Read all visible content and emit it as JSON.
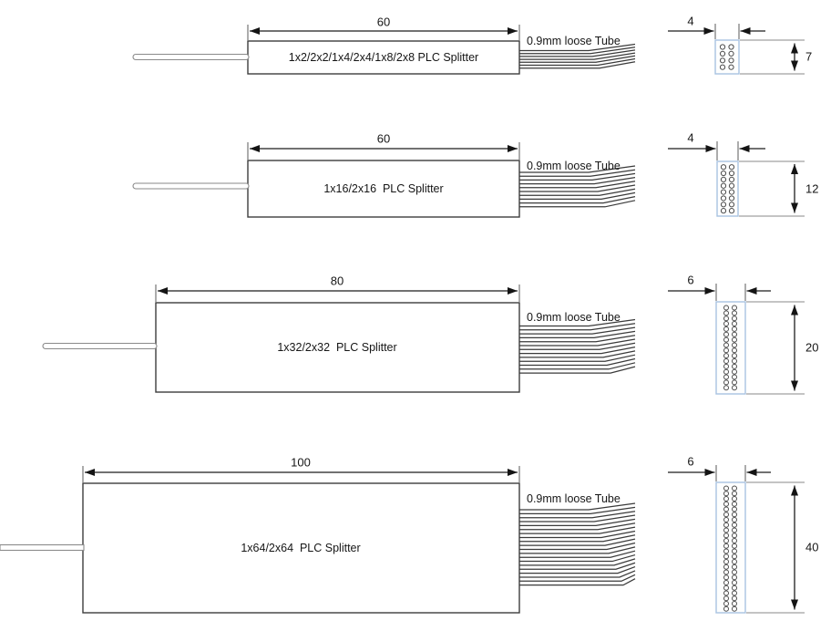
{
  "diagram": {
    "rows": [
      {
        "length": "60",
        "body_label": "1x2/2x2/1x4/2x4/1x8/2x8 PLC Splitter",
        "tube_label": "0.9mm loose Tube",
        "end_width": "4",
        "end_height": "7",
        "fiber_count": 7,
        "dot_rows": 4,
        "dot_cols": 2
      },
      {
        "length": "60",
        "body_label": "1x16/2x16  PLC Splitter",
        "tube_label": "0.9mm loose Tube",
        "end_width": "4",
        "end_height": "12",
        "fiber_count": 10,
        "dot_rows": 8,
        "dot_cols": 2
      },
      {
        "length": "80",
        "body_label": "1x32/2x32  PLC Splitter",
        "tube_label": "0.9mm loose Tube",
        "end_width": "6",
        "end_height": "20",
        "fiber_count": 13,
        "dot_rows": 16,
        "dot_cols": 2
      },
      {
        "length": "100",
        "body_label": "1x64/2x64  PLC Splitter",
        "tube_label": "0.9mm loose Tube",
        "end_width": "6",
        "end_height": "40",
        "fiber_count": 20,
        "dot_rows": 24,
        "dot_cols": 2
      }
    ],
    "colors": {
      "line": "#1c1c1c",
      "ferrule_border": "#a9c3e2",
      "extension_gray": "#a0a0a0"
    }
  }
}
